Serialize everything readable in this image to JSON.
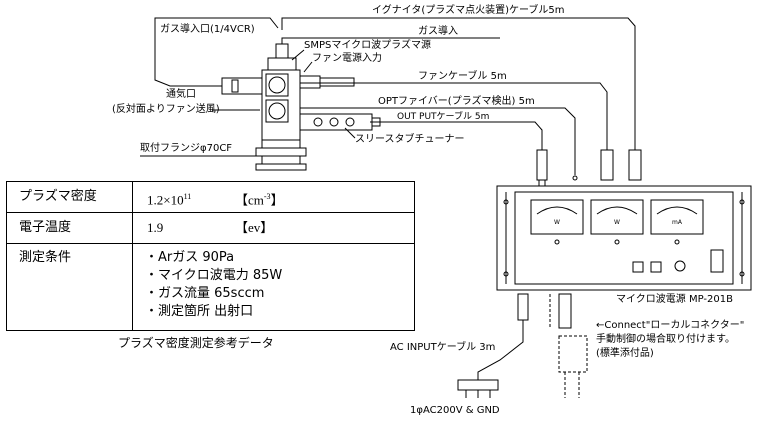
{
  "labels": {
    "igniter_cable": "イグナイタ(プラズマ点火装置)ケーブル5m",
    "gas_inlet_port": "ガス導入口(1/4VCR)",
    "gas_inlet": "ガス導入",
    "smps_source": "SMPSマイクロ波プラズマ源",
    "fan_power": "ファン電源入力",
    "fan_cable": "ファンケーブル  5m",
    "vent": "通気口",
    "vent_note": "(反対面よりファン送風)",
    "opt_fiber": "OPTファイバー(プラズマ検出)  5m",
    "output_cable": "OUT PUTケーブル  5m",
    "tuner": "スリースタブチューナー",
    "flange": "取付フランジφ70CF",
    "power_supply": "マイクロ波電源  MP-201B",
    "ac_cable": "AC  INPUTケーブル  3m",
    "ac_input": "1φAC200V & GND",
    "connect_line1": "←Connect\"ローカルコネクター\"",
    "connect_line2": "手動制御の場合取り付けます。",
    "connect_line3": "(標準添付品)"
  },
  "table": {
    "rows": [
      {
        "label": "プラズマ密度",
        "value": "1.2×10",
        "sup": "11",
        "unit": "【cm",
        "unit_sup": "-3",
        "unit_end": "】"
      },
      {
        "label": "電子温度",
        "value": "1.9",
        "unit": "【ev】"
      },
      {
        "label": "測定条件",
        "items": [
          "・Arガス  90Pa",
          "・マイクロ波電力  85W",
          "・ガス流量  65sccm",
          "・測定箇所  出射口"
        ]
      }
    ],
    "caption": "プラズマ密度測定参考データ"
  },
  "meters": [
    "W",
    "W",
    "mA"
  ]
}
